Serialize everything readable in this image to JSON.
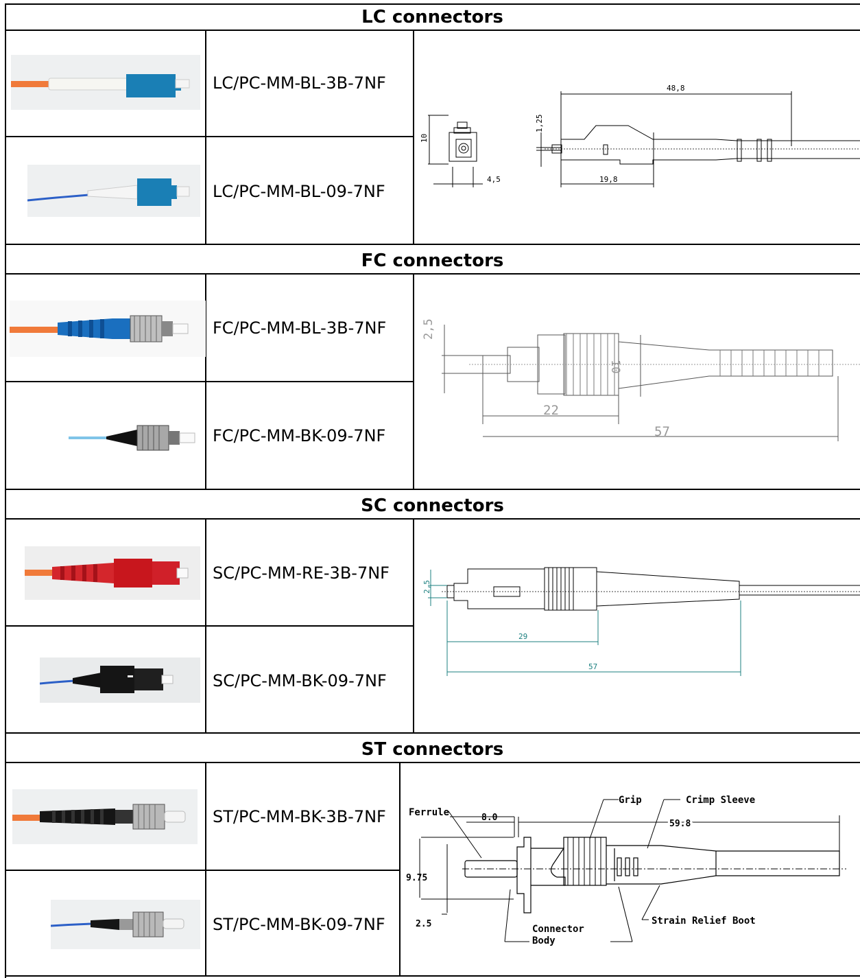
{
  "sections": [
    {
      "title": "LC connectors",
      "parts": [
        "LC/PC-MM-BL-3B-7NF",
        "LC/PC-MM-BL-09-7NF"
      ]
    },
    {
      "title": "FC connectors",
      "parts": [
        "FC/PC-MM-BL-3B-7NF",
        "FC/PC-MM-BK-09-7NF"
      ]
    },
    {
      "title": "SC connectors",
      "parts": [
        "SC/PC-MM-RE-3B-7NF",
        "SC/PC-MM-BK-09-7NF"
      ]
    },
    {
      "title": "ST connectors",
      "parts": [
        "ST/PC-MM-BK-3B-7NF",
        "ST/PC-MM-BK-09-7NF"
      ]
    }
  ],
  "drawings": {
    "lc": {
      "d_len": "48,8",
      "d_body": "19,8",
      "d_h": "10",
      "d_w": "4,5",
      "d_ferrule": "1,25"
    },
    "fc": {
      "d_ferrule": "2,5",
      "d_dia": "10",
      "d_body": "22",
      "d_len": "57"
    },
    "sc": {
      "d_ferrule": "2,5",
      "d_body": "29",
      "d_len": "57"
    },
    "st": {
      "ferrule": "Ferrule",
      "grip": "Grip",
      "crimp": "Crimp Sleeve",
      "d_ferrule_len": "8.0",
      "d_len": "59.8",
      "d_dia": "9.75",
      "d_ferrule": "2.5",
      "body": "Connector",
      "body2": "Body",
      "boot": "Strain Relief Boot"
    }
  },
  "colors": {
    "orange": "#f07a3a",
    "lc_blue": "#1a7fb5",
    "red": "#c8161d",
    "black": "#111111",
    "teal": "#1b7f7f",
    "gray": "#9a9a9a"
  }
}
